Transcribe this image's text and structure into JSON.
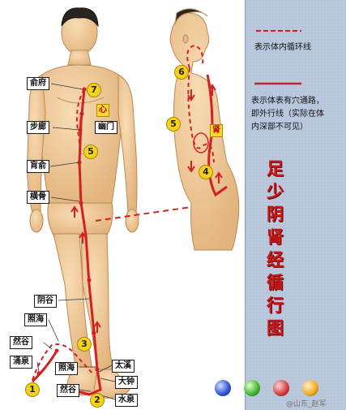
{
  "legend": {
    "dashed_text": "表示体内循环线",
    "solid_text_lines": [
      "表示体表有穴通路，",
      "即外行线（实际在体",
      "内深部不可见）"
    ]
  },
  "title_chars": [
    "足",
    "少",
    "阴",
    "肾",
    "经",
    "循",
    "行",
    "图"
  ],
  "points": {
    "shufu": "俞府",
    "bulang": "步廊",
    "youmen": "幽门",
    "huangshu": "肓俞",
    "henggu": "横骨",
    "yingu": "阴谷",
    "zhaohai_upper": "照海",
    "rangu_upper": "然谷",
    "yongquan": "涌泉",
    "zhaohai_lower": "照海",
    "rangu_lower": "然谷",
    "taixi": "太溪",
    "dazhong": "大钟",
    "shuiquan": "水泉"
  },
  "organs": {
    "heart": "心",
    "kidney": "肾"
  },
  "steps": {
    "s1": "1",
    "s2": "2",
    "s3": "3",
    "s4": "4",
    "s5_front": "5",
    "s5_side": "5",
    "s6": "6",
    "s7": "7"
  },
  "watermark": "@山东_赵军",
  "colors": {
    "panel": "#b9c8dc",
    "card": "#ffffff",
    "skin": "#f2d0a2",
    "skin_shade": "#dcae78",
    "meridian": "#d42020",
    "title": "#c91818"
  },
  "gems": [
    "blue",
    "green",
    "red",
    "orange"
  ]
}
